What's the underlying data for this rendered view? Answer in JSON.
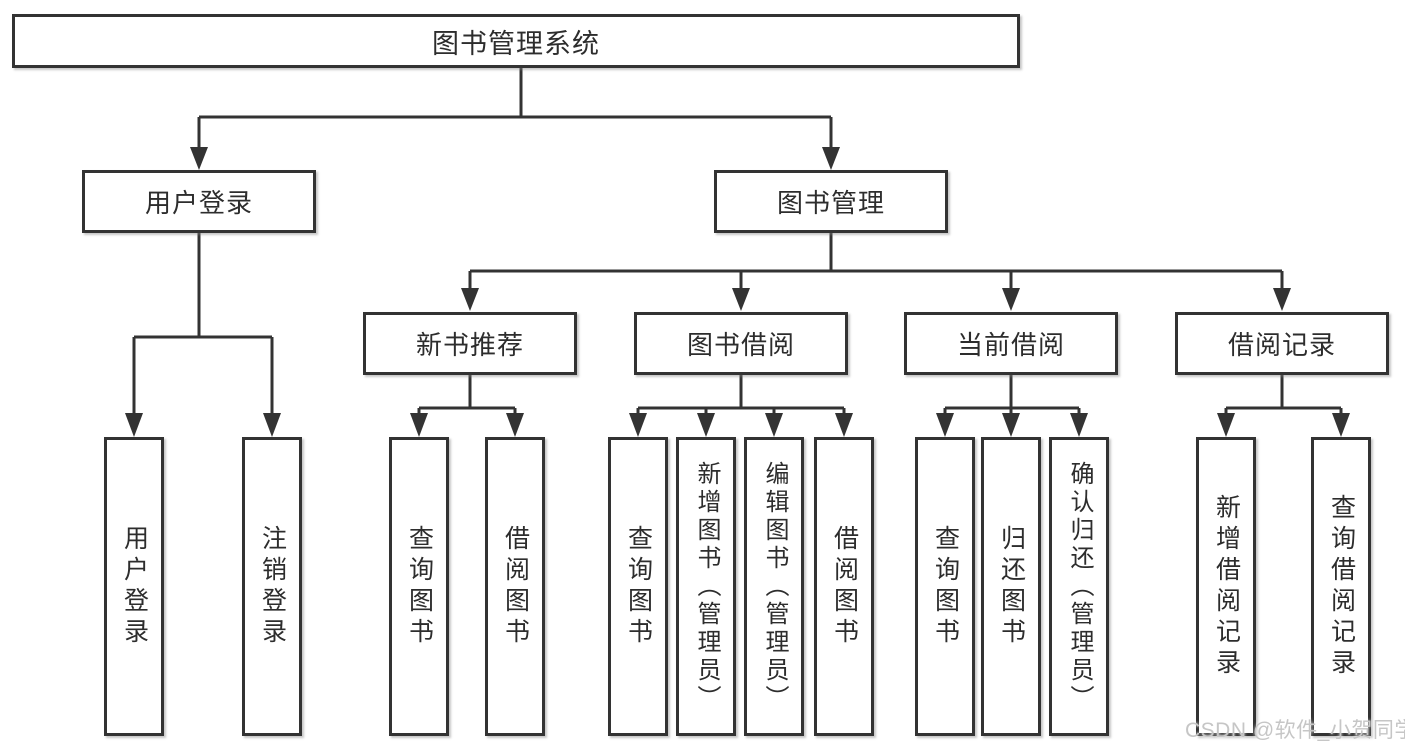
{
  "tree": {
    "root": {
      "label": "图书管理系统"
    },
    "branches": [
      {
        "label": "用户登录",
        "children": [
          {
            "label": "用户登录"
          },
          {
            "label": "注销登录"
          }
        ]
      },
      {
        "label": "图书管理",
        "children": [
          {
            "label": "新书推荐",
            "children": [
              {
                "label": "查询图书"
              },
              {
                "label": "借阅图书"
              }
            ]
          },
          {
            "label": "图书借阅",
            "children": [
              {
                "label": "查询图书"
              },
              {
                "label": "新增图书（管理员）"
              },
              {
                "label": "编辑图书（管理员）"
              },
              {
                "label": "借阅图书"
              }
            ]
          },
          {
            "label": "当前借阅",
            "children": [
              {
                "label": "查询图书"
              },
              {
                "label": "归还图书"
              },
              {
                "label": "确认归还（管理员）"
              }
            ]
          },
          {
            "label": "借阅记录",
            "children": [
              {
                "label": "新增借阅记录"
              },
              {
                "label": "查询借阅记录"
              }
            ]
          }
        ]
      }
    ]
  },
  "watermark": {
    "text": "CSDN @软件_小贺同学",
    "color": "#c6c6c6"
  },
  "style": {
    "line_color": "#333333",
    "text_color": "#2d2d2d",
    "background": "#ffffff"
  }
}
